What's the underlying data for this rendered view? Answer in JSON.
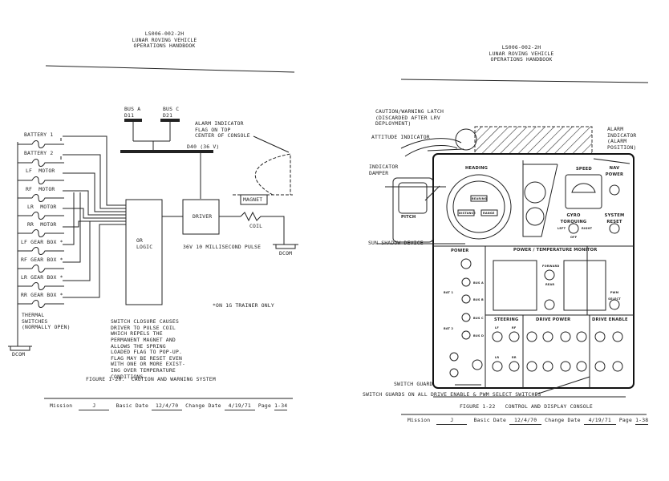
{
  "left_page": {
    "header": [
      "LS006-002-2H",
      "LUNAR ROVING VEHICLE",
      "OPERATIONS HANDBOOK"
    ],
    "bus_a": [
      "BUS A",
      "D11"
    ],
    "bus_c": [
      "BUS C",
      "D21"
    ],
    "alarm_note": [
      "ALARM INDICATOR",
      "FLAG ON TOP",
      "CENTER OF CONSOLE"
    ],
    "d40": "D40 (36 V)",
    "switch_labels": [
      "BATTERY 1",
      "BATTERY 2",
      "LF  MOTOR",
      "RF  MOTOR",
      "LR  MOTOR",
      "RR  MOTOR",
      "LF GEAR BOX *",
      "RF GEAR BOX *",
      "LR GEAR BOX *",
      "RR GEAR BOX *"
    ],
    "or_logic": [
      "OR",
      "LOGIC"
    ],
    "driver": "DRIVER",
    "magnet": "MAGNET",
    "coil": "COIL",
    "pulse": "36V 10 MILLISECOND PULSE",
    "dcom": "DCOM",
    "thermal": [
      "THERMAL",
      "SWITCHES",
      "(NORMALLY OPEN)"
    ],
    "trainer_note": "*ON 1G TRAINER ONLY",
    "description": [
      "SWITCH CLOSURE CAUSES",
      "DRIVER TO PULSE COIL",
      "WHICH REPELS THE",
      "PERMANENT MAGNET AND",
      "ALLOWS THE SPRING",
      "LOADED FLAG TO POP-UP.",
      "FLAG MAY BE RESET EVEN",
      "WITH ONE OR MORE EXIST-",
      "ING OVER TEMPERATURE",
      "CONDITIONS."
    ],
    "caption": "FIGURE 1-20.  CAUTION AND WARNING SYSTEM",
    "footer": {
      "mission_label": "Mission",
      "mission": "J",
      "basic_label": "Basic Date",
      "basic": "12/4/70",
      "change_label": "Change Date",
      "change": "4/19/71",
      "page_label": "Page",
      "page": "1-34"
    }
  },
  "right_page": {
    "header": [
      "LS006-002-2H",
      "LUNAR ROVING VEHICLE",
      "OPERATIONS HANDBOOK"
    ],
    "latch": [
      "CAUTION/WARNING LATCH",
      "(DISCARDED AFTER LRV",
      "DEPLOYMENT)"
    ],
    "attitude": "ATTITUDE INDICATOR",
    "damper": [
      "INDICATOR",
      "DAMPER"
    ],
    "alarm": [
      "ALARM",
      "INDICATOR",
      "(ALARM",
      "POSITION)"
    ],
    "sun_shadow": "SUN SHADOW DEVICE",
    "panel": {
      "heading": "HEADING",
      "speed": "SPEED",
      "nav_power": [
        "NAV",
        "POWER"
      ],
      "pitch": "PITCH",
      "bearing": "BEARING",
      "distance": "DISTANCE",
      "range": "RANGE",
      "gyro": [
        "GYRO",
        "TORQUING"
      ],
      "system_reset": [
        "SYSTEM",
        "RESET"
      ],
      "left": "LEFT",
      "right": "RIGHT",
      "off": "OFF",
      "power": "POWER",
      "ptm": "POWER / TEMPERATURE MONITOR",
      "bus_labels": [
        "BUS A",
        "BUS B",
        "BUS C",
        "BUS D"
      ],
      "bat1": "BAT 1",
      "bat2": "BAT 2",
      "forward": "FORWARD",
      "rear": "REAR",
      "pwm_select": [
        "PWM",
        "SELECT"
      ],
      "steering": "STEERING",
      "drive_power": "DRIVE POWER",
      "drive_enable": "DRIVE ENABLE",
      "wheels": [
        "LF",
        "RF",
        "LR",
        "RR"
      ]
    },
    "switch_guard": "SWITCH GUARD",
    "switch_guards": "SWITCH GUARDS ON ALL DRIVE ENABLE & PWM SELECT SWITCHES",
    "caption": "FIGURE 1-22   CONTROL AND DISPLAY CONSOLE",
    "footer": {
      "mission_label": "Mission",
      "mission": "J",
      "basic_label": "Basic Date",
      "basic": "12/4/70",
      "change_label": "Change Date",
      "change": "4/19/71",
      "page_label": "Page",
      "page": "1-38"
    }
  }
}
